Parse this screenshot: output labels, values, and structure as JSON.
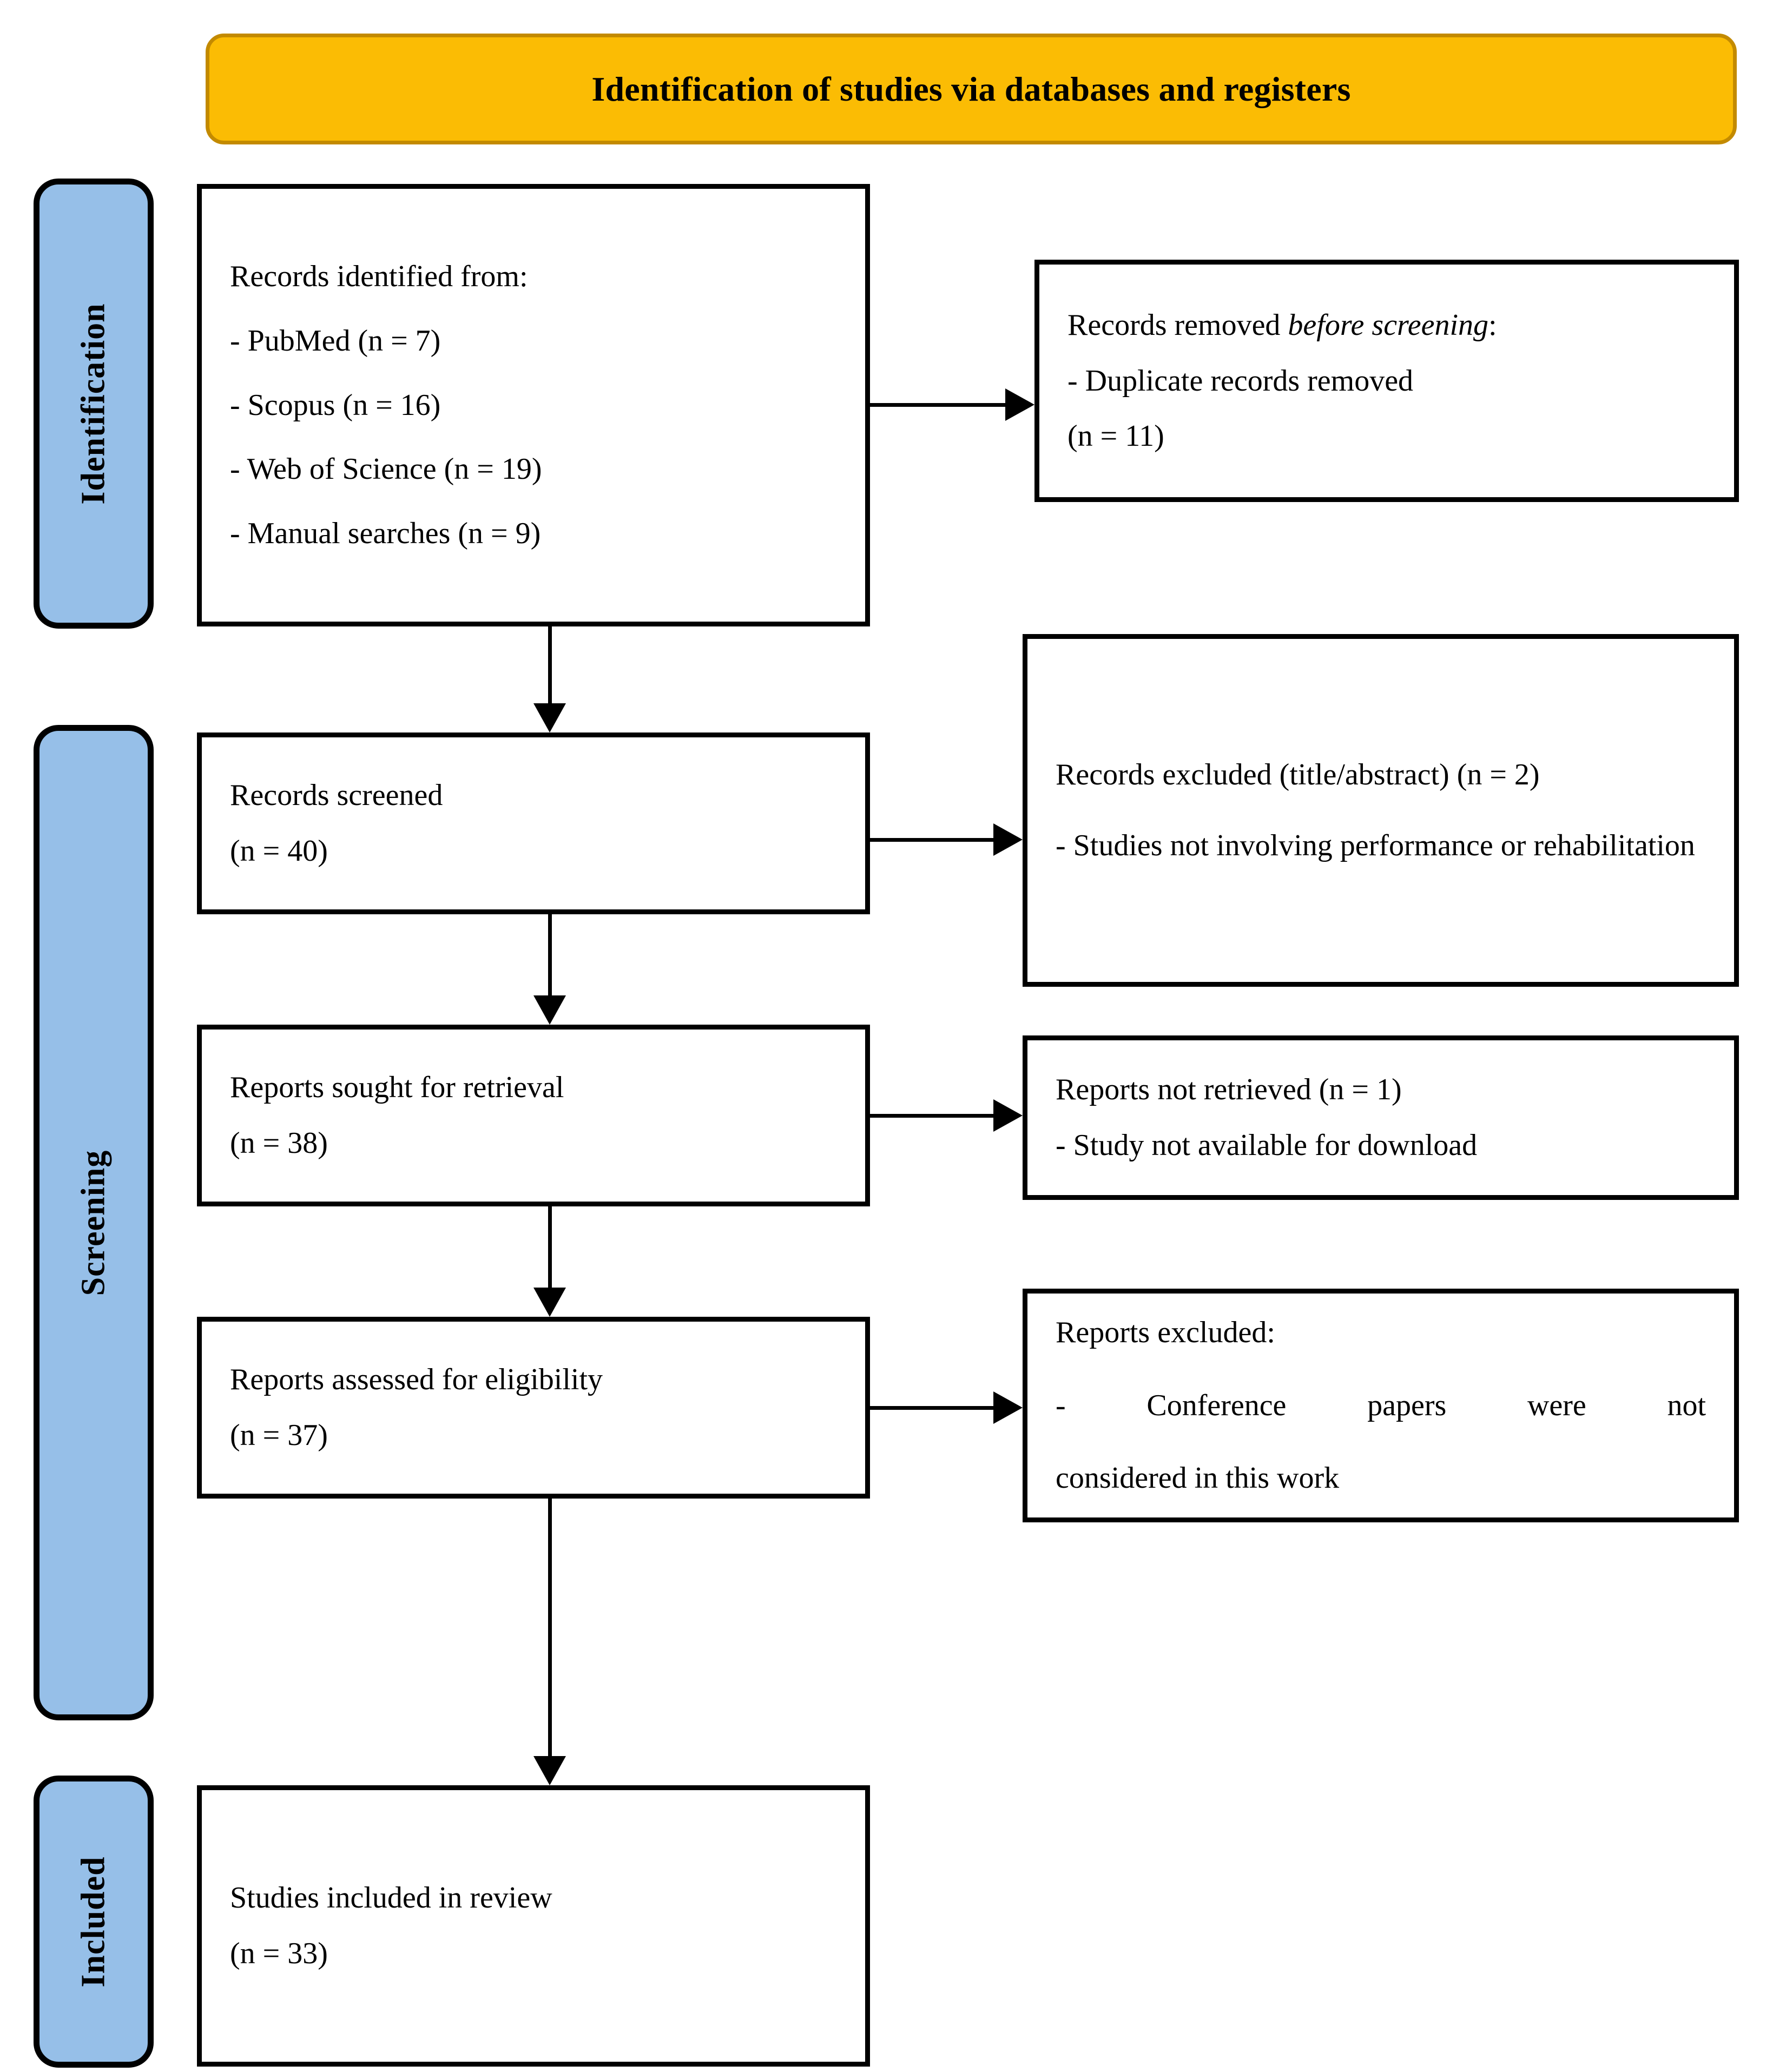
{
  "header": {
    "title": "Identification of studies via databases and registers",
    "background_color": "#FBBC04",
    "border_color": "#C38A00"
  },
  "stages": {
    "identification": "Identification",
    "screening": "Screening",
    "included": "Included",
    "background_color": "#96BFE8",
    "border_color": "#000000"
  },
  "flow": {
    "identified": {
      "heading": "Records identified from:",
      "source_1": "- PubMed (n = 7)",
      "source_2": "- Scopus (n = 16)",
      "source_3": "- Web of Science (n = 19)",
      "source_4": "- Manual searches (n = 9)"
    },
    "removed": {
      "heading_prefix": "Records removed ",
      "heading_italic": "before screening",
      "heading_suffix": ":",
      "line_1": "- Duplicate records removed",
      "line_2": "(n = 11)"
    },
    "screened": {
      "line_1": "Records screened",
      "line_2": "(n = 40)"
    },
    "excluded_title_abstract": {
      "line_1": "Records excluded (title/abstract) (n = 2)",
      "line_2": "- Studies not involving performance or rehabilitation"
    },
    "sought": {
      "line_1": "Reports sought for retrieval",
      "line_2": "(n = 38)"
    },
    "not_retrieved": {
      "line_1": "Reports not retrieved (n = 1)",
      "line_2": "- Study not available for download"
    },
    "assessed": {
      "line_1": "Reports assessed for eligibility",
      "line_2": "(n = 37)"
    },
    "reports_excluded": {
      "heading": "Reports excluded:",
      "line_1": "-    Conference   papers   were    not",
      "line_2": "considered in this work"
    },
    "included": {
      "line_1": "Studies included in review",
      "line_2": "(n = 33)"
    }
  },
  "chart_data": {
    "type": "diagram",
    "title": "Identification of studies via databases and registers",
    "diagram_kind": "PRISMA flow diagram",
    "stages": [
      "Identification",
      "Screening",
      "Included"
    ],
    "nodes": [
      {
        "id": "identified",
        "stage": "Identification",
        "label": "Records identified from",
        "counts": {
          "PubMed": 7,
          "Scopus": 16,
          "Web of Science": 19,
          "Manual searches": 9
        }
      },
      {
        "id": "removed",
        "stage": "Identification",
        "label": "Records removed before screening - Duplicate records removed",
        "n": 11
      },
      {
        "id": "screened",
        "stage": "Screening",
        "label": "Records screened",
        "n": 40
      },
      {
        "id": "excluded_title_abstract",
        "stage": "Screening",
        "label": "Records excluded (title/abstract) - Studies not involving performance or rehabilitation",
        "n": 2
      },
      {
        "id": "sought",
        "stage": "Screening",
        "label": "Reports sought for retrieval",
        "n": 38
      },
      {
        "id": "not_retrieved",
        "stage": "Screening",
        "label": "Reports not retrieved - Study not available for download",
        "n": 1
      },
      {
        "id": "assessed",
        "stage": "Screening",
        "label": "Reports assessed for eligibility",
        "n": 37
      },
      {
        "id": "reports_excluded",
        "stage": "Screening",
        "label": "Reports excluded - Conference papers were not considered in this work",
        "n": null
      },
      {
        "id": "included",
        "stage": "Included",
        "label": "Studies included in review",
        "n": 33
      }
    ],
    "edges": [
      {
        "from": "identified",
        "to": "removed",
        "direction": "right"
      },
      {
        "from": "identified",
        "to": "screened",
        "direction": "down"
      },
      {
        "from": "screened",
        "to": "excluded_title_abstract",
        "direction": "right"
      },
      {
        "from": "screened",
        "to": "sought",
        "direction": "down"
      },
      {
        "from": "sought",
        "to": "not_retrieved",
        "direction": "right"
      },
      {
        "from": "sought",
        "to": "assessed",
        "direction": "down"
      },
      {
        "from": "assessed",
        "to": "reports_excluded",
        "direction": "right"
      },
      {
        "from": "assessed",
        "to": "included",
        "direction": "down"
      }
    ]
  }
}
